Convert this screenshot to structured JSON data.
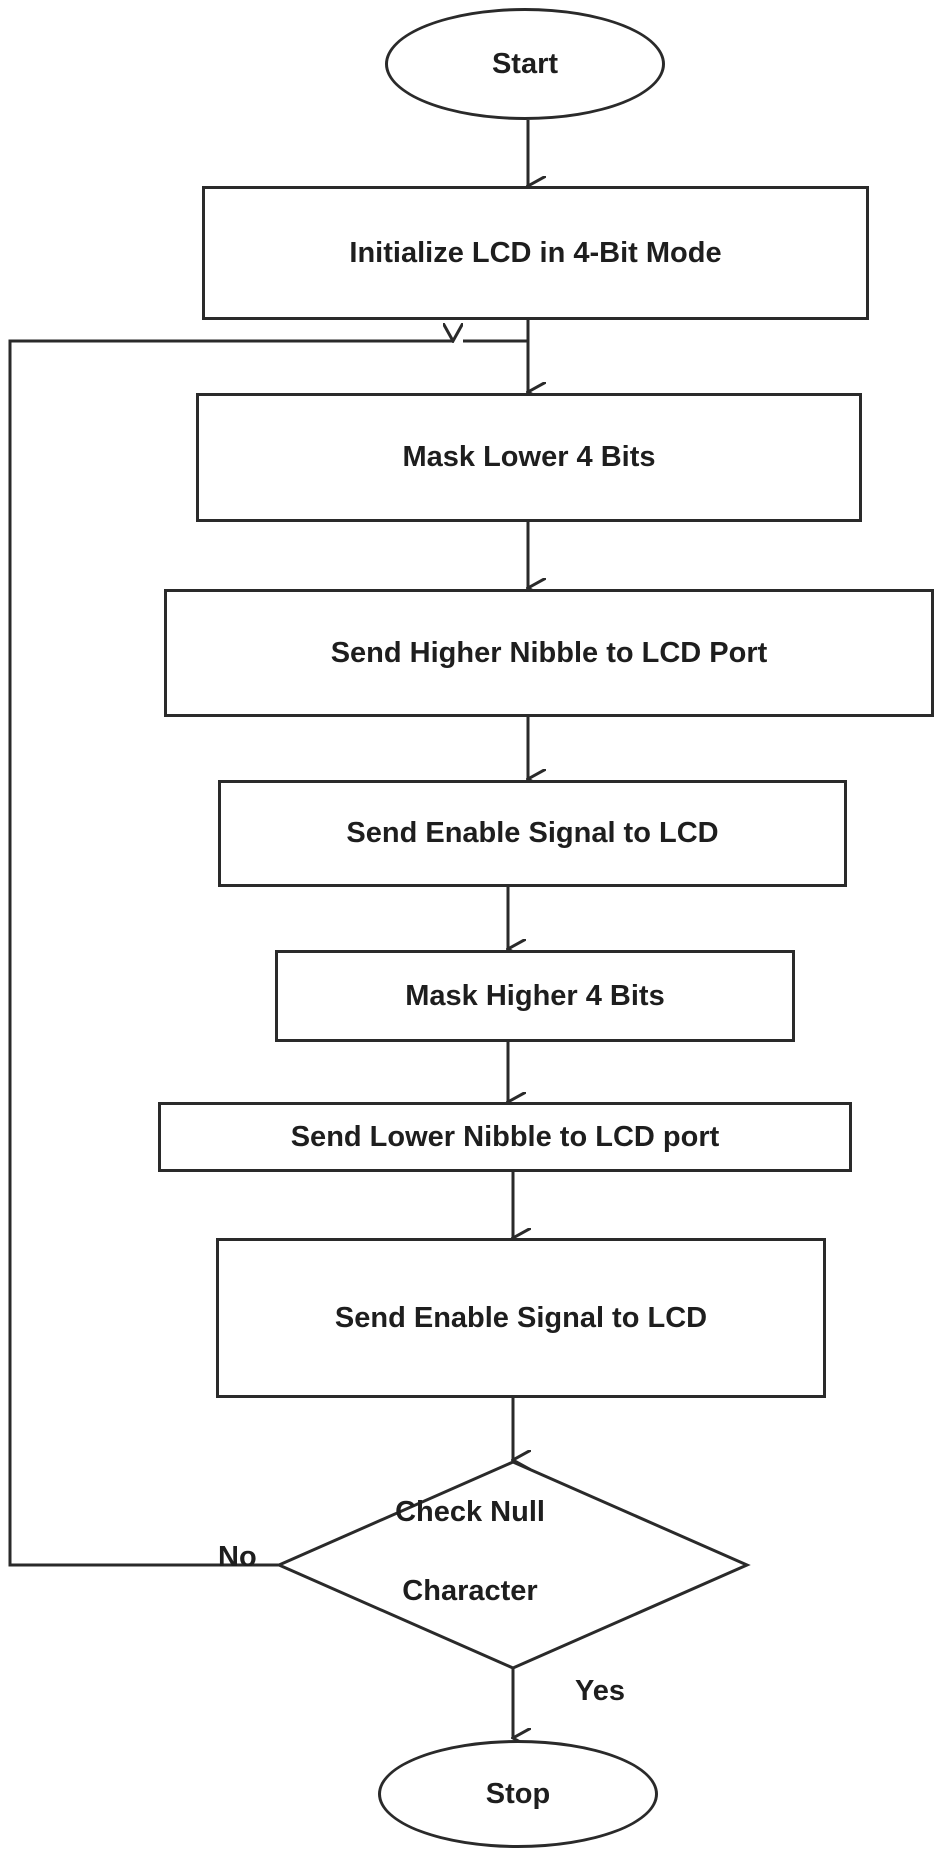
{
  "flowchart": {
    "start": "Start",
    "steps": [
      "Initialize LCD in 4-Bit Mode",
      "Mask Lower 4 Bits",
      "Send Higher Nibble to LCD Port",
      "Send Enable Signal to LCD",
      "Mask Higher 4 Bits",
      "Send Lower Nibble to LCD port",
      "Send Enable Signal to LCD"
    ],
    "decision": {
      "line1": "Check Null",
      "line2": "Character"
    },
    "no_label": "No",
    "yes_label": "Yes",
    "stop": "Stop"
  },
  "colors": {
    "stroke": "#2a2a2a",
    "text": "#1e1e1e",
    "background": "#ffffff"
  }
}
